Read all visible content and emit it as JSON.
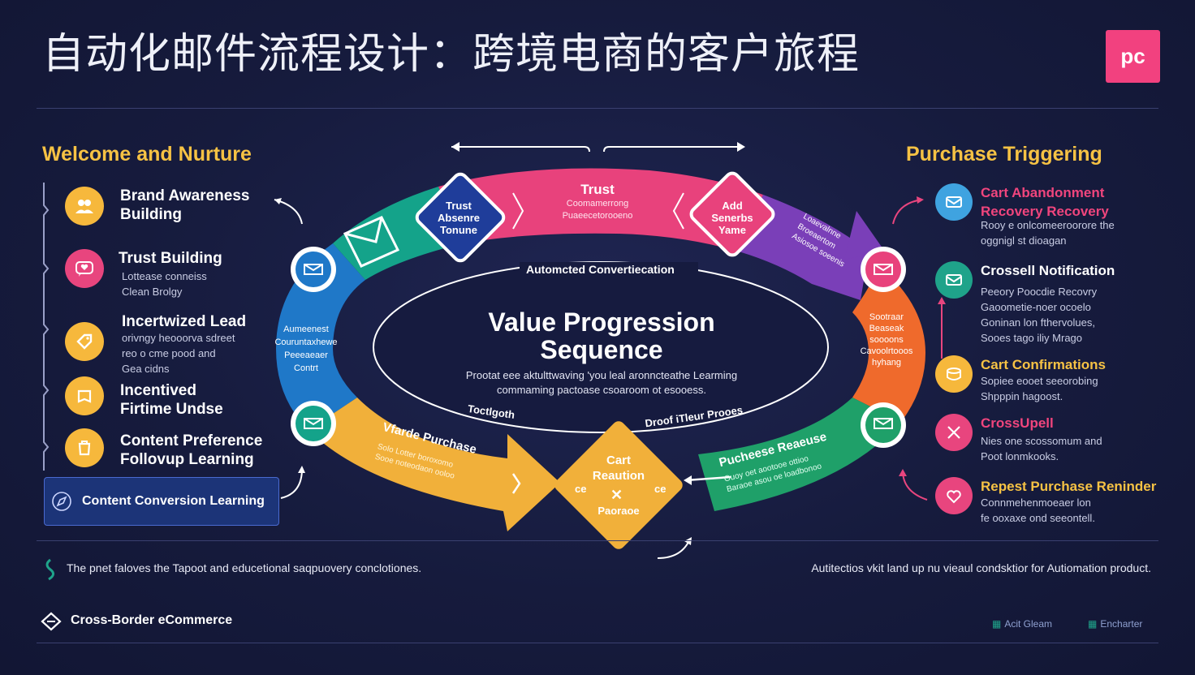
{
  "title": "自动化邮件流程设计：跨境电商的客户旅程",
  "logo": "pc",
  "left": {
    "heading": "Welcome and Nurture",
    "items": [
      {
        "title": "Brand Awareness\nBuilding",
        "sub": "",
        "color": "#f6b83c"
      },
      {
        "title": "Trust Building",
        "sub": "Lottease conneiss\nClean Brolgy",
        "color": "#e8457e"
      },
      {
        "title": "Incertwized Lead",
        "sub": "orivngy heooorva sdreet\nreo o cme pood and\nGea cidns",
        "color": "#f6b83c"
      },
      {
        "title": "Incentived\nFirtime Undse",
        "sub": "",
        "color": "#f6b83c"
      },
      {
        "title": "Content Preference\nFollovup Learning",
        "sub": "",
        "color": "#f6b83c"
      }
    ],
    "button": "Content Conversion Learning"
  },
  "right": {
    "heading": "Purchase Triggering",
    "items": [
      {
        "title": "Cart Abandonment\nRecovery Recovery",
        "sub": "Rooy e onlcomeeroorore the\noggnigl st dioagan",
        "color": "#3fa3e0",
        "tcolor": "#f0457d"
      },
      {
        "title": "Crossell Notification",
        "sub": "Peeory Poocdie Recovry\nGaoometie-noer ocoelo\nGoninan lon fthervolues,\nSooes tago iliy Mrago",
        "color": "#1fa38a",
        "tcolor": "#ffffff"
      },
      {
        "title": "Cart Confirmations",
        "sub": "Sopiee eooet seeorobing\nShpppin hagoost.",
        "color": "#f6b83c",
        "tcolor": "#f6c244"
      },
      {
        "title": "CrossUpell",
        "sub": "Nies one scossomum and\nPoot lonmkooks.",
        "color": "#e8457e",
        "tcolor": "#f0457d"
      },
      {
        "title": "Repest Purchase Reninder",
        "sub": "Connmehenmoeaer lon\nfe ooxaxe ond seeontell.",
        "color": "#e8457e",
        "tcolor": "#f6c244"
      }
    ]
  },
  "center": {
    "title_line1": "Value Progression",
    "title_line2": "Sequence",
    "desc_line1": "Prootat eee aktulttwaving 'you leal aronncteathe Learming",
    "desc_line2": "commaming pactoase csoaroom ot esooess.",
    "top_label": "Automcted Convertiecation",
    "label_left": "Toctlgoth",
    "label_right": "Droof iTleur Prooes"
  },
  "ring": {
    "trust_diamond": "Trust\nAbsenre\nTonune",
    "trust_band_title": "Trust",
    "trust_band_sub": "Coomamerrong\nPuaeecetorooeno",
    "add_diamond": "Add\nSenerbs\nYame",
    "purple_text": "Loaevalnne\nBroeaertom\nAsiosoe soeenis",
    "left_band": "Aumeenest\nCouruntaxhewe\nPeeeaeaer\nContrt",
    "orange_band": "Sootraar\nBeaseak\nsoooons\nCavoolrtooos\nhyhang",
    "yellow_band": "Vfarde Purchase",
    "yellow_band_sub": "Solo Lotter boroxomo\nSooe noteodaon ooloo",
    "green_band": "Pucheese Reaeuse",
    "green_band_sub": "Ouoy oet aootooe ottioo\nBaraoe asou oe loadbonoo",
    "cart_diamond": "Cart\nReaution",
    "cart_left": "ce",
    "cart_right": "ce",
    "cart_bottom": "Paoraoe",
    "cart_icon": "✕"
  },
  "bottom": {
    "note_left": "The pnet faloves the Tapoot and educetional saqpuovery conclotiones.",
    "note_right": "Autitectios vkit land up nu vieaul condsktior for Autiomation product.",
    "brand": "Cross-Border eCommerce",
    "link1": "Acit Gleam",
    "link2": "Encharter"
  }
}
